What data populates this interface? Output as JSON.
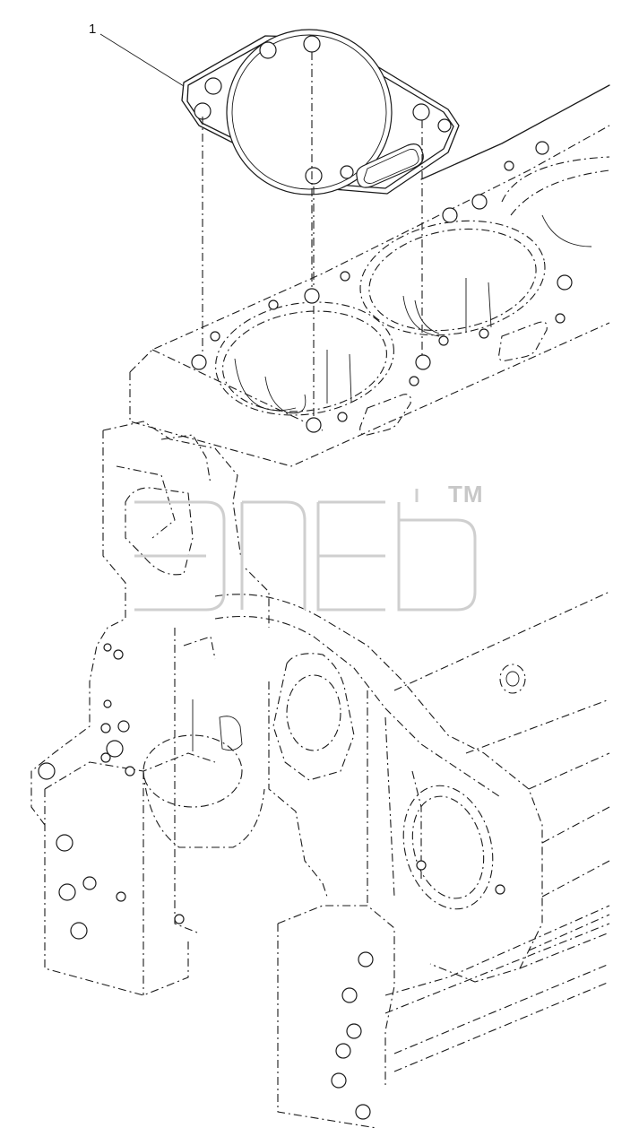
{
  "callouts": [
    {
      "number": "1",
      "part": "cylinder-head-gasket"
    }
  ],
  "watermark": {
    "trademark": "TM",
    "color": "#c8c8c8"
  }
}
